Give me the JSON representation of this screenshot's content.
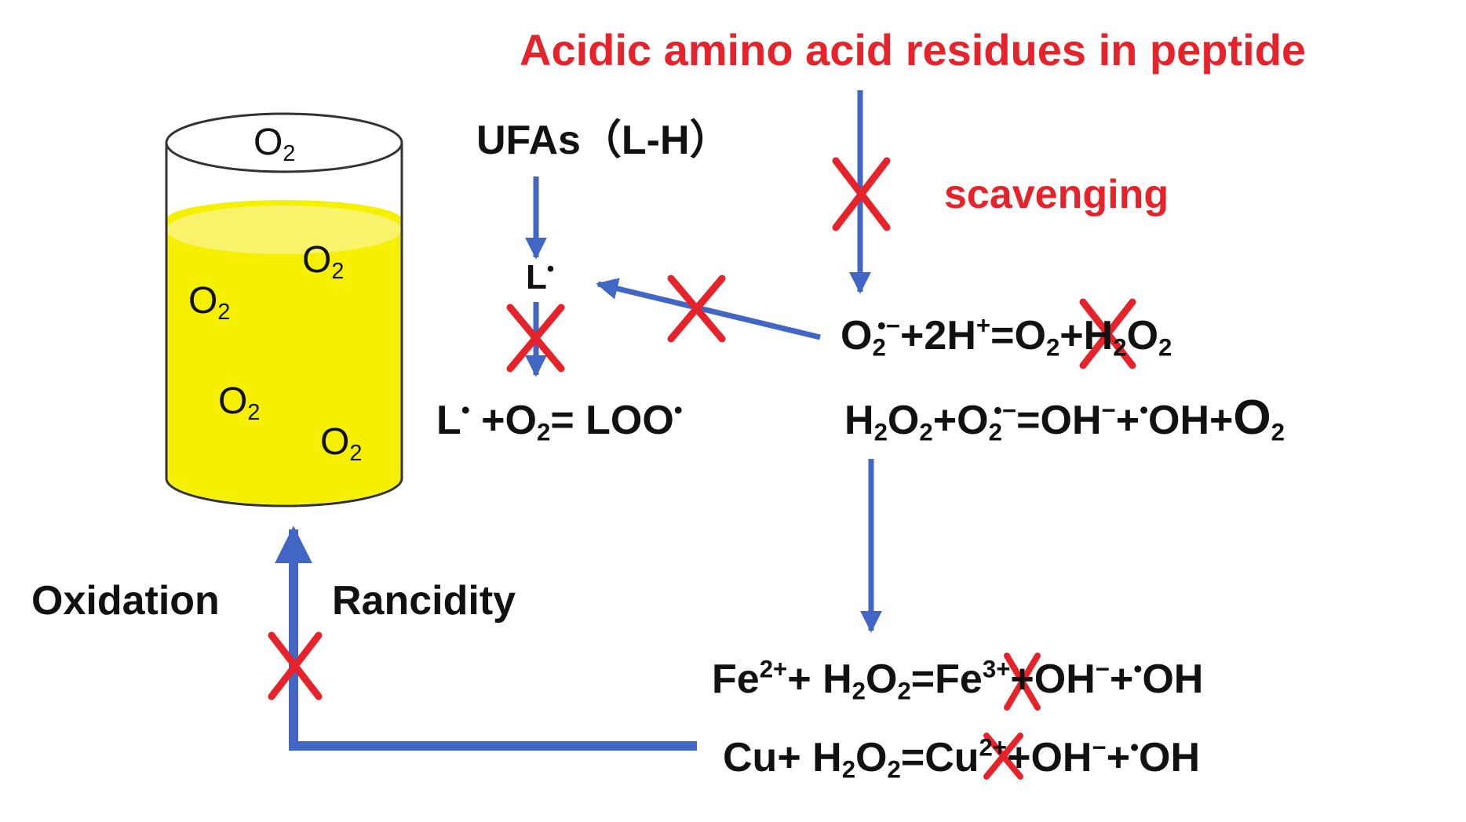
{
  "colors": {
    "arrow": "#4166c4",
    "cross": "#e6222b",
    "oil": "#f5f000",
    "text": "#111111",
    "accent": "#e6222b"
  },
  "labels": {
    "title": "Acidic amino acid residues in peptide",
    "scavenging": "scavenging",
    "oxidation": "Oxidation",
    "rancidity": "Rancidity",
    "ufas": "UFAs（L-H）"
  },
  "cylinder": {
    "o2_label": "O",
    "o2_sub": "2"
  },
  "equations": {
    "l_radical": {
      "base": "L",
      "dot": "•"
    },
    "loo": {
      "p1": "L",
      "p1_sup": "•",
      "p2": " +O",
      "p2_sub": "2",
      "p3": "= LOO",
      "p3_sup": "•"
    },
    "superoxide": {
      "p1": "O",
      "p1_sub": "2",
      "p1_sup": "•−",
      "p2": "+2H",
      "p2_sup": "+",
      "p3": "=O",
      "p3_sub": "2",
      "p4": "+H",
      "p4_sub": "2",
      "p5": "O",
      "p5_sub": "2"
    },
    "haber": {
      "p1": "H",
      "p1_sub": "2",
      "p2": "O",
      "p2_sub": "2",
      "p3": "+O",
      "p3_sub": "2",
      "p3_sup": "•−",
      "p4": "=OH",
      "p4_sup": "−",
      "p5": "+",
      "p5_sup": "•",
      "p6": "OH+",
      "p7": "O",
      "p7_sub": "2"
    },
    "fenton_fe": {
      "p1": "Fe",
      "p1_sup": "2+",
      "p2": "+ H",
      "p2_sub": "2",
      "p3": "O",
      "p3_sub": "2",
      "p4": "=Fe",
      "p4_sup": "3+",
      "p5": "+OH",
      "p5_sup": "−",
      "p6": "+",
      "p6_sup": "•",
      "p7": "OH"
    },
    "fenton_cu": {
      "p1": "Cu+ H",
      "p1_sub": "2",
      "p2": "O",
      "p2_sub": "2",
      "p3": "=Cu",
      "p3_sup": "2+",
      "p4": "+OH",
      "p4_sup": "−",
      "p5": "+",
      "p5_sup": "•",
      "p6": "OH"
    }
  }
}
